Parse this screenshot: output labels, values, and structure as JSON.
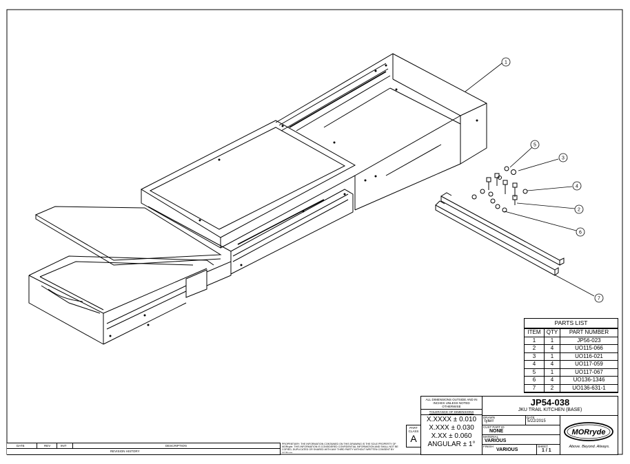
{
  "parts_list": {
    "title": "PARTS LIST",
    "headers": [
      "ITEM",
      "QTY",
      "PART NUMBER"
    ],
    "rows": [
      [
        "1",
        "1",
        "JP56-023"
      ],
      [
        "2",
        "4",
        "UO115-066"
      ],
      [
        "3",
        "1",
        "UO116-021"
      ],
      [
        "4",
        "4",
        "UO117-059"
      ],
      [
        "5",
        "1",
        "UO117-067"
      ],
      [
        "6",
        "4",
        "UO136-1346"
      ],
      [
        "7",
        "2",
        "UO136-631-1"
      ]
    ]
  },
  "callouts": [
    "1",
    "2",
    "3",
    "4",
    "5",
    "6",
    "7"
  ],
  "title_block": {
    "dimensions_note": "ALL DIMENSIONS OUTSIDE AND IN INCHES UNLESS NOTED OTHERWISE",
    "tolerances_label": "TOLERANCE OF DIMENSIONS",
    "tolerances": [
      "X.XXXX ± 0.010",
      "X.XXX ± 0.030",
      "X.XX ± 0.060",
      "ANGULAR ± 1°"
    ],
    "part_class_label": "PART CLASS",
    "part_class": "A",
    "drawing_number": "JP54-038",
    "drawing_title": "JKU TRAIL KITCHEN (BASE)",
    "drawn_label": "DRAWN",
    "drawn_by": "tylerr",
    "date_label": "DATE",
    "date": "5/22/2015",
    "cust_part_label": "CUST PART ID",
    "cust_part": "NONE",
    "material_label": "MATERIAL",
    "material": "VARIOUS",
    "finish_label": "FINISH",
    "finish": "VARIOUS",
    "sheet_label": "SHEET",
    "sheet": "1 / 1",
    "logo_text": "MORryde",
    "tagline": "Above. Beyond. Always.",
    "proprietary_note": "PROPRIETARY: THE INFORMATION CONTAINED ON THIS DRAWING IS THE SOLE PROPERTY OF MORryde. THIS INFORMATION IS CONSIDERED CONFIDENTIAL INFORMATION AND SHALL NOT BE COPIED, DUPLICATED OR SHARED WITH ANY THIRD PARTY WITHOUT WRITTEN CONSENT BY MORryde."
  },
  "revision_history": {
    "headers": [
      "DATE",
      "REV",
      "INIT",
      "DESCRIPTION"
    ],
    "label": "REVISION HISTORY"
  }
}
